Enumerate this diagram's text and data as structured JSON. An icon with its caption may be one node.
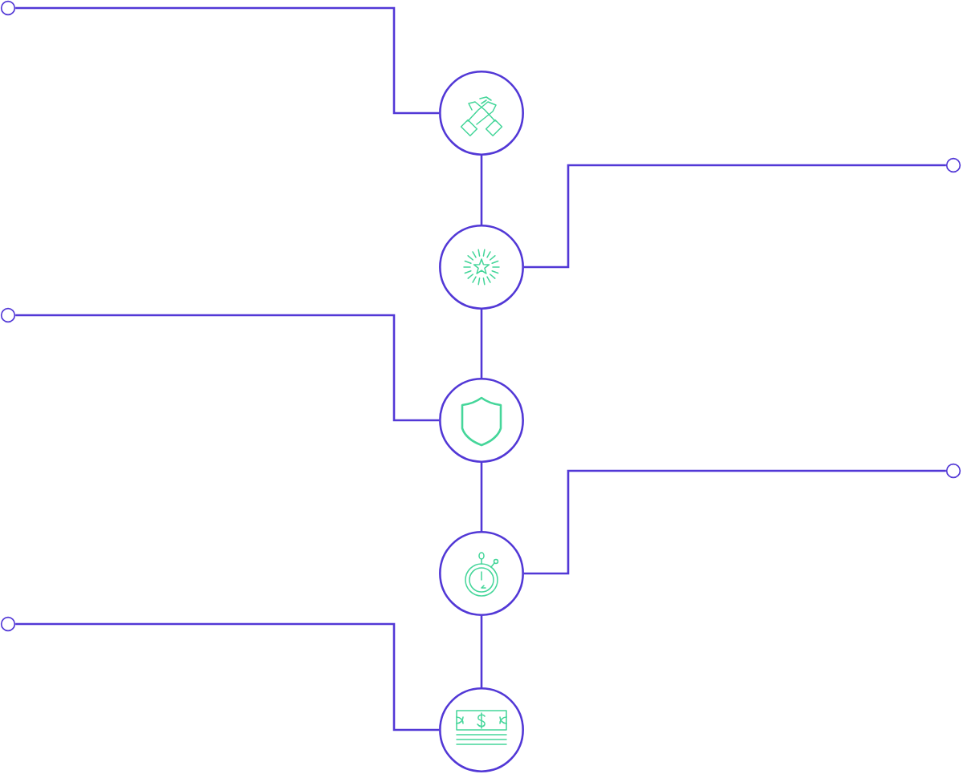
{
  "diagram": {
    "nodes": [
      {
        "text": [],
        "shape": "circle"
      },
      {
        "text": [],
        "shape": "circle"
      },
      {
        "text": [],
        "shape": "circle"
      },
      {
        "text": [],
        "shape": "circle"
      },
      {
        "text": [],
        "shape": "circle"
      },
      {
        "text": [],
        "shape": "circle"
      },
      {
        "text": [],
        "shape": "circle"
      },
      {
        "text": [],
        "shape": "circle"
      },
      {
        "text": [],
        "shape": "circle"
      },
      {
        "text": [],
        "shape": "circle"
      }
    ],
    "edges": [
      {
        "from": 0,
        "to": 1,
        "arrow": "none"
      },
      {
        "from": 1,
        "to": 3,
        "arrow": "none"
      },
      {
        "from": 2,
        "to": 3,
        "arrow": "none"
      },
      {
        "from": 3,
        "to": 5,
        "arrow": "none"
      },
      {
        "from": 4,
        "to": 5,
        "arrow": "none"
      },
      {
        "from": 5,
        "to": 7,
        "arrow": "none"
      },
      {
        "from": 6,
        "to": 7,
        "arrow": "none"
      },
      {
        "from": 7,
        "to": 9,
        "arrow": "none"
      },
      {
        "from": 8,
        "to": 9,
        "arrow": "none"
      }
    ]
  }
}
